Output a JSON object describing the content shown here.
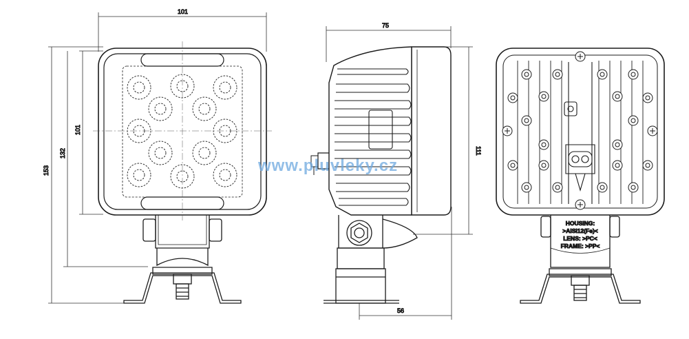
{
  "dimensions": {
    "front_width": "101",
    "front_total_height": "153",
    "front_to_bracket_height": "132",
    "front_lens_height": "101",
    "side_depth": "75",
    "side_height": "111",
    "side_base": "56"
  },
  "watermark": "www.pluvleky.cz",
  "rear_label": {
    "line1": "HOUSING:",
    "line2": ">AISI12(Fe)<",
    "line3": "LENS: >PC<",
    "line4": "FRAME: >PP<"
  }
}
